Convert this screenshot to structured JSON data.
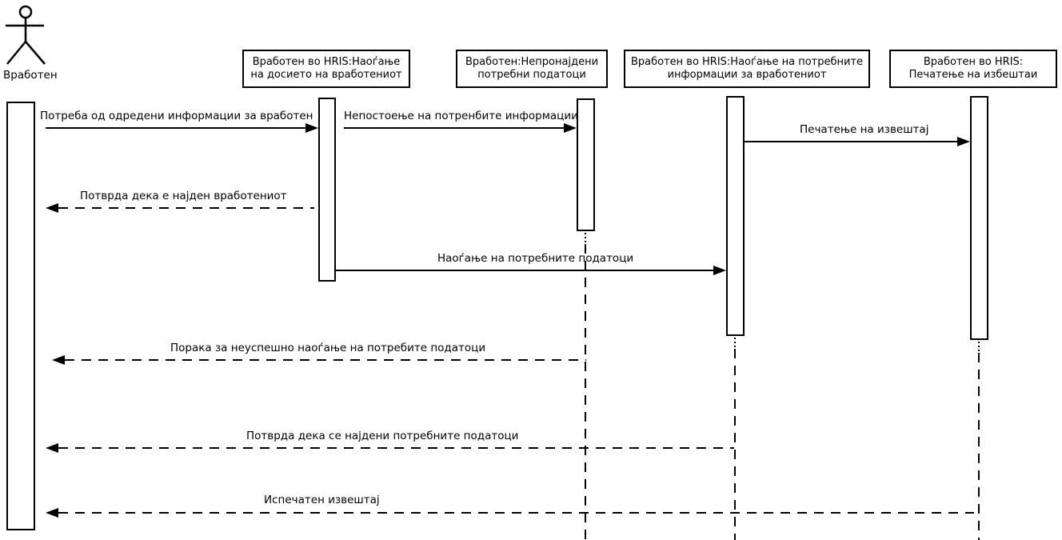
{
  "diagram_type": "uml-sequence",
  "colors": {
    "line": "#000000",
    "background": "#ffffff"
  },
  "actor": {
    "label": "Вработен"
  },
  "lifelines": [
    {
      "label": "Вработен во HRIS:Наоѓање на досието на вработениот"
    },
    {
      "label": "Вработен:Непронајдени потребни податоци"
    },
    {
      "label": "Вработен во HRIS:Наоѓање на потребните информации за вработениот"
    },
    {
      "label": "Вработен во HRIS: Печатење на избештаи"
    }
  ],
  "messages": [
    {
      "label": "Потреба од одредени информации за вработен",
      "type": "solid",
      "direction": "right"
    },
    {
      "label": "Непостоење на потренбите информации",
      "type": "solid",
      "direction": "right"
    },
    {
      "label": "Печатење на извештај",
      "type": "solid",
      "direction": "right"
    },
    {
      "label": "Потврда дека е најден вработениот",
      "type": "dashed",
      "direction": "left"
    },
    {
      "label": "Наоѓање на потребните податоци",
      "type": "solid",
      "direction": "right"
    },
    {
      "label": "Порака за неуспешно наоѓање на потребите податоци",
      "type": "dashed",
      "direction": "left"
    },
    {
      "label": "Потврда дека се најдени потребните податоци",
      "type": "dashed",
      "direction": "left"
    },
    {
      "label": "Испечатен извештај",
      "type": "dashed",
      "direction": "left"
    }
  ]
}
